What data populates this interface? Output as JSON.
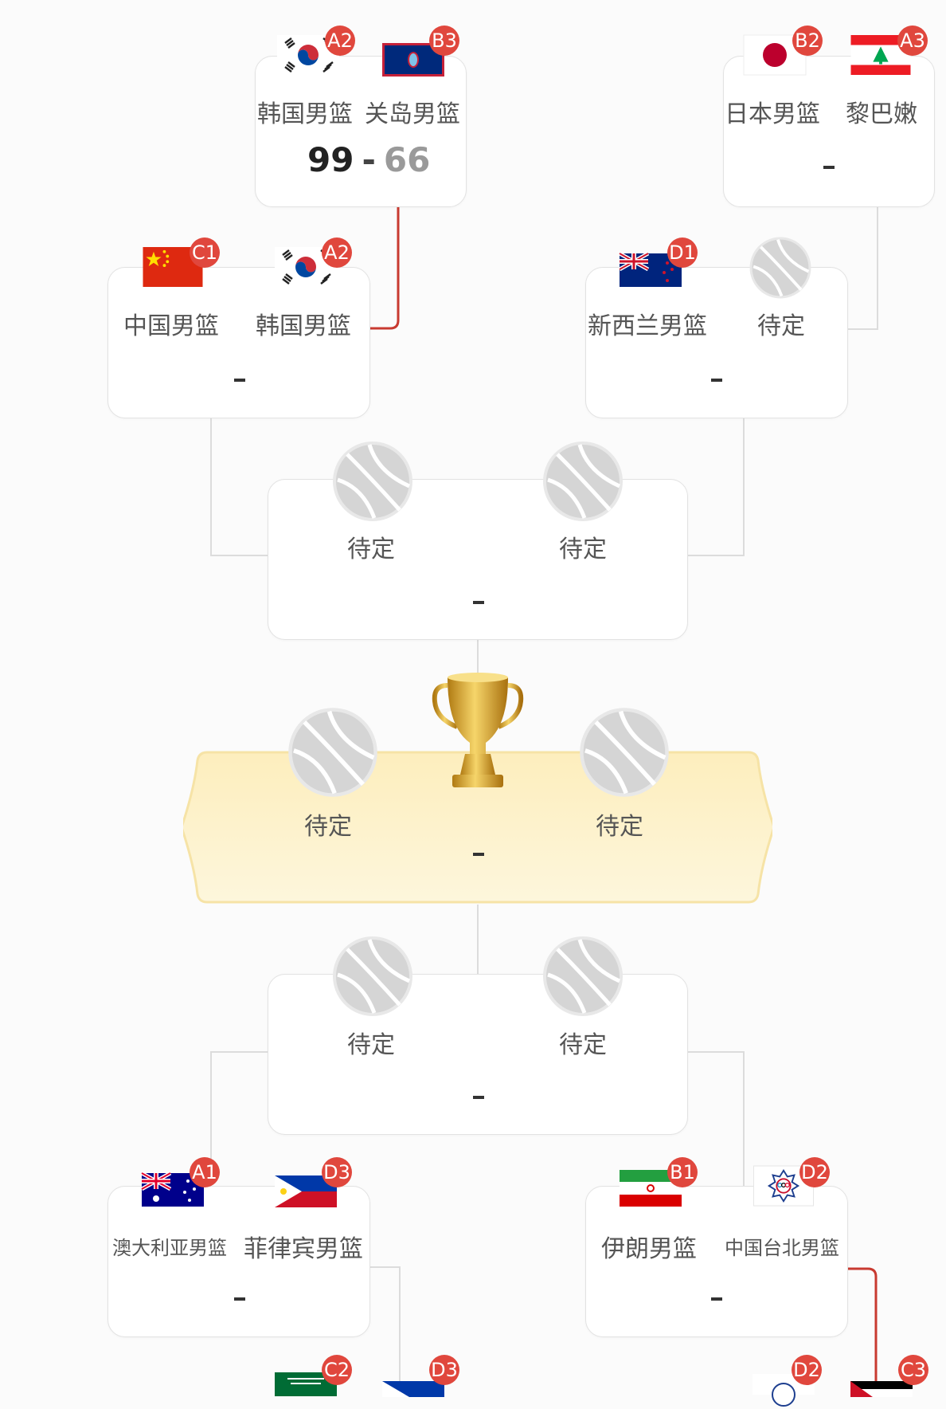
{
  "colors": {
    "badge": "#e0473d",
    "connector": "#dcdcdc",
    "winner_path": "#c83a30",
    "final_bg": "#fdf2cf",
    "trophy": "#e2b23a"
  },
  "matches": {
    "m_top_left": {
      "team1": {
        "name": "韩国男篮",
        "seed": "A2",
        "flag": "south-korea-flag"
      },
      "team2": {
        "name": "关岛男篮",
        "seed": "B3",
        "flag": "guam-flag"
      },
      "score1": "99",
      "score2": "66",
      "sep": "-"
    },
    "m_top_right": {
      "team1": {
        "name": "日本男篮",
        "seed": "B2",
        "flag": "japan-flag"
      },
      "team2": {
        "name": "黎巴嫩",
        "seed": "A3",
        "flag": "lebanon-flag"
      },
      "score": "-"
    },
    "m_qf_left": {
      "team1": {
        "name": "中国男篮",
        "seed": "C1",
        "flag": "china-flag"
      },
      "team2": {
        "name": "韩国男篮",
        "seed": "A2",
        "flag": "south-korea-flag"
      },
      "score": "-"
    },
    "m_qf_right": {
      "team1": {
        "name": "新西兰男篮",
        "seed": "D1",
        "flag": "new-zealand-flag"
      },
      "team2": {
        "name": "待定",
        "icon": "basketball-icon"
      },
      "score": "-"
    },
    "m_sf_top": {
      "team1": {
        "name": "待定",
        "icon": "basketball-icon"
      },
      "team2": {
        "name": "待定",
        "icon": "basketball-icon"
      },
      "score": "-"
    },
    "m_final": {
      "team1": {
        "name": "待定",
        "icon": "basketball-icon"
      },
      "team2": {
        "name": "待定",
        "icon": "basketball-icon"
      },
      "score": "-",
      "trophy": "trophy-icon"
    },
    "m_sf_bottom": {
      "team1": {
        "name": "待定",
        "icon": "basketball-icon"
      },
      "team2": {
        "name": "待定",
        "icon": "basketball-icon"
      },
      "score": "-"
    },
    "m_qf_bl": {
      "team1": {
        "name": "澳大利亚男篮",
        "seed": "A1",
        "flag": "australia-flag"
      },
      "team2": {
        "name": "菲律宾男篮",
        "seed": "D3",
        "flag": "philippines-flag"
      },
      "score": "-"
    },
    "m_qf_br": {
      "team1": {
        "name": "伊朗男篮",
        "seed": "B1",
        "flag": "iran-flag"
      },
      "team2": {
        "name": "中国台北男篮",
        "seed": "D2",
        "flag": "chinese-taipei-flag"
      },
      "score": "-"
    },
    "m_bottom_partial": {
      "team1": {
        "seed": "C2",
        "flag": "saudi-arabia-flag"
      },
      "team2": {
        "seed": "D3",
        "flag": "philippines-flag"
      },
      "team3": {
        "seed": "D2",
        "flag": "chinese-taipei-flag"
      },
      "team4": {
        "seed": "C3",
        "flag": "jordan-flag"
      }
    }
  }
}
